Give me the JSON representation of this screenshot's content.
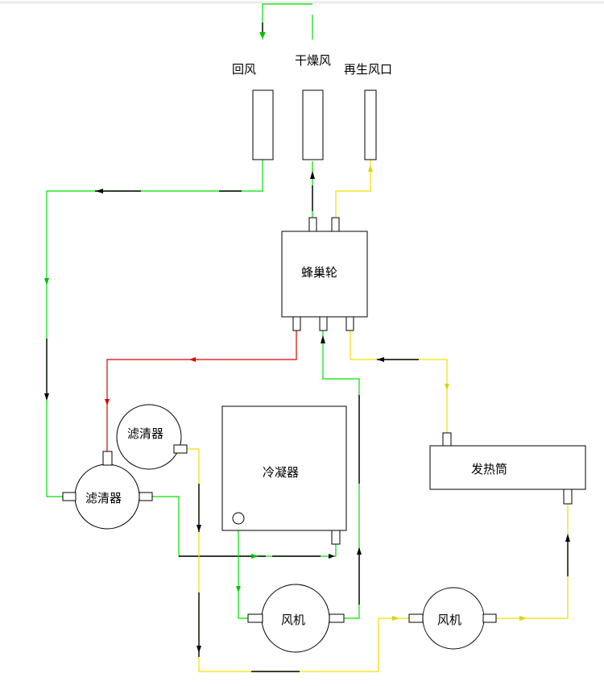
{
  "labels": {
    "return_air": "回风",
    "dry_air": "干燥风",
    "regen_outlet": "再生风口",
    "honeycomb_wheel": "蜂巢轮",
    "filter_left": "滤清器",
    "filter_top": "滤清器",
    "condenser": "冷凝器",
    "heater_tube": "发热筒",
    "fan_center": "风机",
    "fan_right": "风机"
  },
  "colors": {
    "green_line": "#00e000",
    "yellow_line": "#f0e000",
    "red_line": "#e00000",
    "outline": "#000000"
  }
}
